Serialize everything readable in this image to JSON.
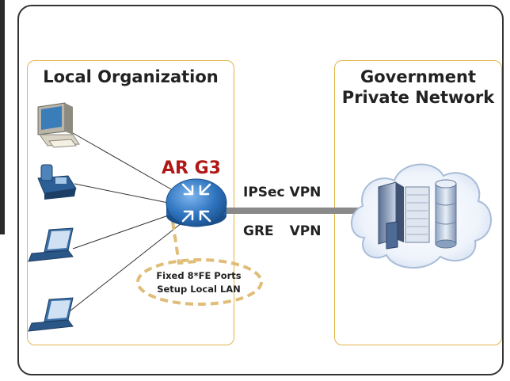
{
  "local_zone": {
    "title": "Local Organization"
  },
  "gov_zone": {
    "title_line1": "Government",
    "title_line2": "Private Network"
  },
  "router": {
    "label": "AR G3"
  },
  "links": {
    "vpn1": "IPSec VPN",
    "vpn2": "GRE VPN"
  },
  "callout": {
    "line1": "Fixed 8*FE Ports",
    "line2": "Setup Local LAN"
  },
  "devices": [
    {
      "name": "desktop-pc"
    },
    {
      "name": "ip-phone"
    },
    {
      "name": "laptop"
    },
    {
      "name": "laptop"
    }
  ],
  "colors": {
    "zone_border": "#e2b64a",
    "router": "#2f74c0",
    "label_red": "#b01818",
    "link": "#888888"
  }
}
